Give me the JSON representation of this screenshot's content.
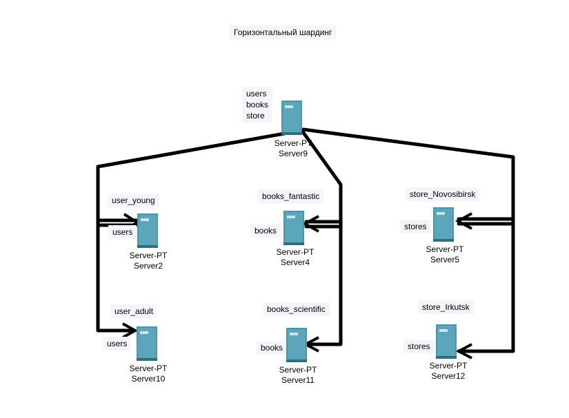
{
  "title": "Горизонтальный шардинг",
  "colors": {
    "server_body": "#4a95a9",
    "server_face": "#5ba6ba",
    "server_slot": "#cfe3ea",
    "wire": "#000000",
    "note_bg": "#f4f4fb"
  },
  "root": {
    "notes": "users\nbooks\nstore",
    "model": "Server-PT",
    "name": "Server9"
  },
  "groups": [
    {
      "shard": "user_young",
      "table": "users",
      "model": "Server-PT",
      "name": "Server2"
    },
    {
      "shard": "user_adult",
      "table": "users",
      "model": "Server-PT",
      "name": "Server10"
    },
    {
      "shard": "books_fantastic",
      "table": "books",
      "model": "Server-PT",
      "name": "Server4"
    },
    {
      "shard": "books_scientific",
      "table": "books",
      "model": "Server-PT",
      "name": "Server11"
    },
    {
      "shard": "store_Novosibirsk",
      "table": "stores",
      "model": "Server-PT",
      "name": "Server5"
    },
    {
      "shard": "store_Irkutsk",
      "table": "stores",
      "model": "Server-PT",
      "name": "Server12"
    }
  ]
}
